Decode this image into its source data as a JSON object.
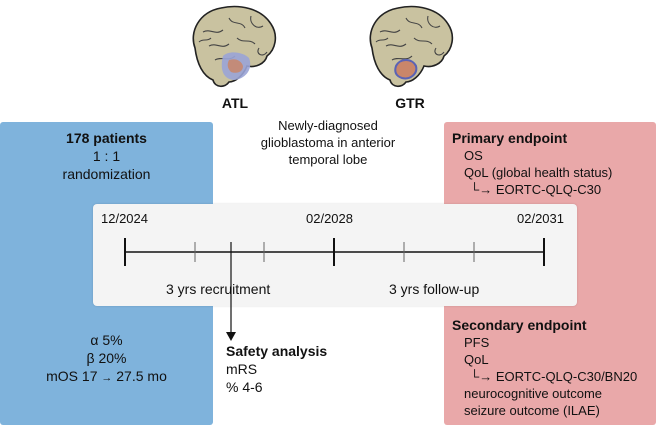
{
  "brains": [
    {
      "label": "ATL",
      "region": "anterior temporal lobe"
    },
    {
      "label": "GTR",
      "region": "tumor"
    }
  ],
  "center_text": [
    "Newly-diagnosed",
    "glioblastoma in anterior",
    "temporal lobe"
  ],
  "left": {
    "patients": "178 patients",
    "ratio": "1 : 1",
    "randomization": "randomization",
    "alpha": "α 5%",
    "beta": "β 20%",
    "mos_prefix": "mOS 17",
    "mos_suffix": "27.5 mo"
  },
  "primary": {
    "title": "Primary endpoint",
    "items": [
      "OS",
      "QoL (global health status)"
    ],
    "sub": "EORTC-QLQ-C30"
  },
  "secondary": {
    "title": "Secondary endpoint",
    "items": [
      "PFS",
      "QoL"
    ],
    "sub": "EORTC-QLQ-C30/BN20",
    "extra": [
      "neurocognitive outcome",
      "seizure outcome (ILAE)"
    ]
  },
  "timeline": {
    "start": "12/2024",
    "mid": "02/2028",
    "end": "02/2031",
    "recruitment": "3 yrs recruitment",
    "followup": "3 yrs follow-up"
  },
  "safety": {
    "title": "Safety analysis",
    "items": [
      "mRS",
      "% 4-6"
    ]
  },
  "colors": {
    "left_box": "#7fb3dc",
    "right_box": "#e9a8a9",
    "atl_highlight": "#9aa4d6",
    "tumor": "#c9866a"
  }
}
